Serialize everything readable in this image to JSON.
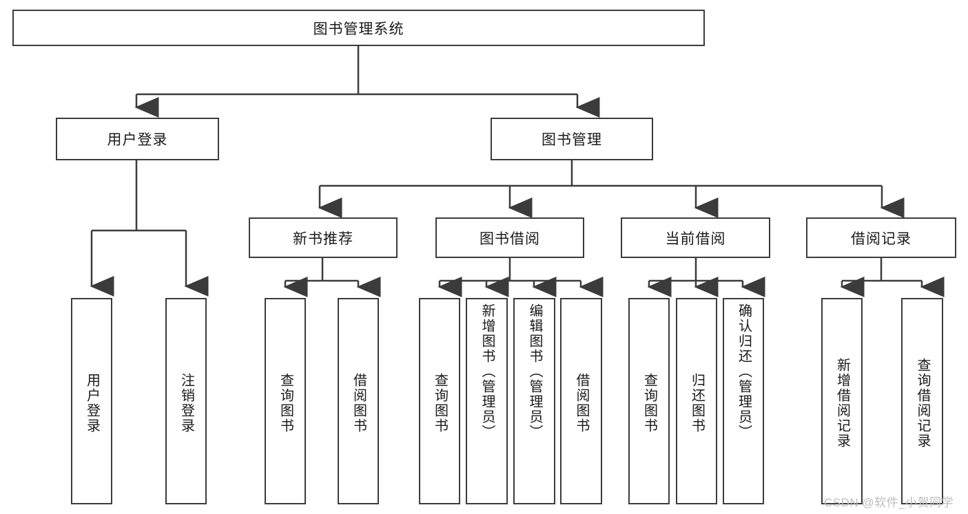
{
  "diagram": {
    "title": "图书管理系统",
    "type": "hierarchy-tree",
    "orientation": "top-down",
    "colors": {
      "box_border": "#3b3b3b",
      "box_fill": "#ffffff",
      "connector": "#3b3b3b",
      "text": "#1a1a1a",
      "watermark": "#bdbdbd",
      "background": "#ffffff"
    },
    "root": {
      "label": "图书管理系统"
    },
    "level2": [
      {
        "label": "用户登录"
      },
      {
        "label": "图书管理"
      }
    ],
    "level3": [
      {
        "label": "新书推荐"
      },
      {
        "label": "图书借阅"
      },
      {
        "label": "当前借阅"
      },
      {
        "label": "借阅记录"
      }
    ],
    "leaves": {
      "user_login": [
        {
          "label": "用户登录"
        },
        {
          "label": "注销登录"
        }
      ],
      "new_book_recommend": [
        {
          "label": "查询图书"
        },
        {
          "label": "借阅图书"
        }
      ],
      "book_borrow": [
        {
          "label": "查询图书"
        },
        {
          "label": "新增图书（管理员）"
        },
        {
          "label": "编辑图书（管理员）"
        },
        {
          "label": "借阅图书"
        }
      ],
      "current_borrow": [
        {
          "label": "查询图书"
        },
        {
          "label": "归还图书"
        },
        {
          "label": "确认归还（管理员）"
        }
      ],
      "borrow_record": [
        {
          "label": "新增借阅记录"
        },
        {
          "label": "查询借阅记录"
        }
      ]
    }
  },
  "watermark": {
    "text": "CSDN @软件_小贺同学"
  }
}
